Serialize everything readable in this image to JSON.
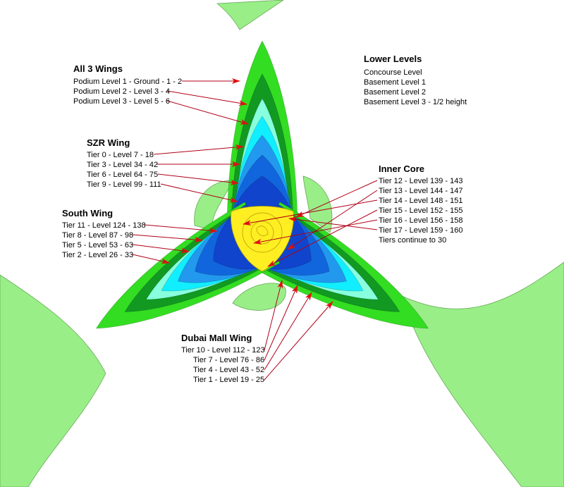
{
  "colors": {
    "outer_light_green": "#99ee88",
    "green": "#33dd22",
    "dark_green": "#119922",
    "aquamarine": "#88ffdd",
    "cyan": "#11eeff",
    "light_blue": "#2299ee",
    "blue": "#1166dd",
    "dark_blue": "#1144cc",
    "core_yellow": "#ffee22",
    "arrow_red": "#dd1111"
  },
  "groups": {
    "all_wings": {
      "title": "All 3 Wings",
      "items": [
        "Podium Level 1 - Ground - 1 - 2",
        "Podium Level 2 - Level 3 - 4",
        "Podium Level 3 - Level 5 - 6"
      ]
    },
    "szr_wing": {
      "title": "SZR Wing",
      "items": [
        "Tier 0 - Level 7 - 18",
        "Tier 3 - Level 34 - 42",
        "Tier 6 - Level 64 - 75",
        "Tier 9 - Level 99 - 111"
      ]
    },
    "south_wing": {
      "title": "South Wing",
      "items": [
        "Tier 11 - Level 124 - 138",
        "Tier 8 - Level 87 - 98",
        "Tier 5 - Level 53 - 63",
        "Tier 2 - Level 26 - 33"
      ]
    },
    "lower_levels": {
      "title": "Lower Levels",
      "items": [
        "Concourse Level",
        "Basement Level 1",
        "Basement Level 2",
        "Basement Level 3 - 1/2 height"
      ]
    },
    "inner_core": {
      "title": "Inner Core",
      "items": [
        "Tier 12 - Level 139 - 143",
        "Tier 13 - Level 144 - 147",
        "Tier 14 - Level 148 - 151",
        "Tier 15 - Level 152 - 155",
        "Tier 16 - Level 156 - 158",
        "Tier 17 - Level 159 - 160",
        "Tiers continue to 30"
      ]
    },
    "dubai_mall_wing": {
      "title": "Dubai Mall Wing",
      "items": [
        "Tier 10 - Level 112 - 123",
        "Tier 7 - Level 76 - 86",
        "Tier 4 - Level 43 - 52",
        "Tier 1 - Level 19 - 25"
      ]
    }
  }
}
